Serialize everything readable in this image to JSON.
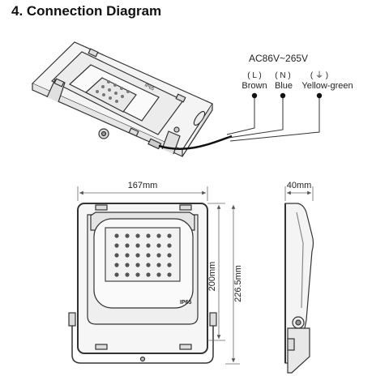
{
  "title": "4. Connection Diagram",
  "power": {
    "voltage": "AC86V~265V",
    "wires": [
      {
        "code": "( L )",
        "color_name": "Brown"
      },
      {
        "code": "( N )",
        "color_name": "Blue"
      },
      {
        "code": "( ⏚ )",
        "color_name": "Yellow-green"
      }
    ]
  },
  "dimensions": {
    "width": "167mm",
    "body_height": "200mm",
    "total_height": "226.5mm",
    "depth": "40mm"
  },
  "marking": {
    "ip_rating": "IP65"
  }
}
